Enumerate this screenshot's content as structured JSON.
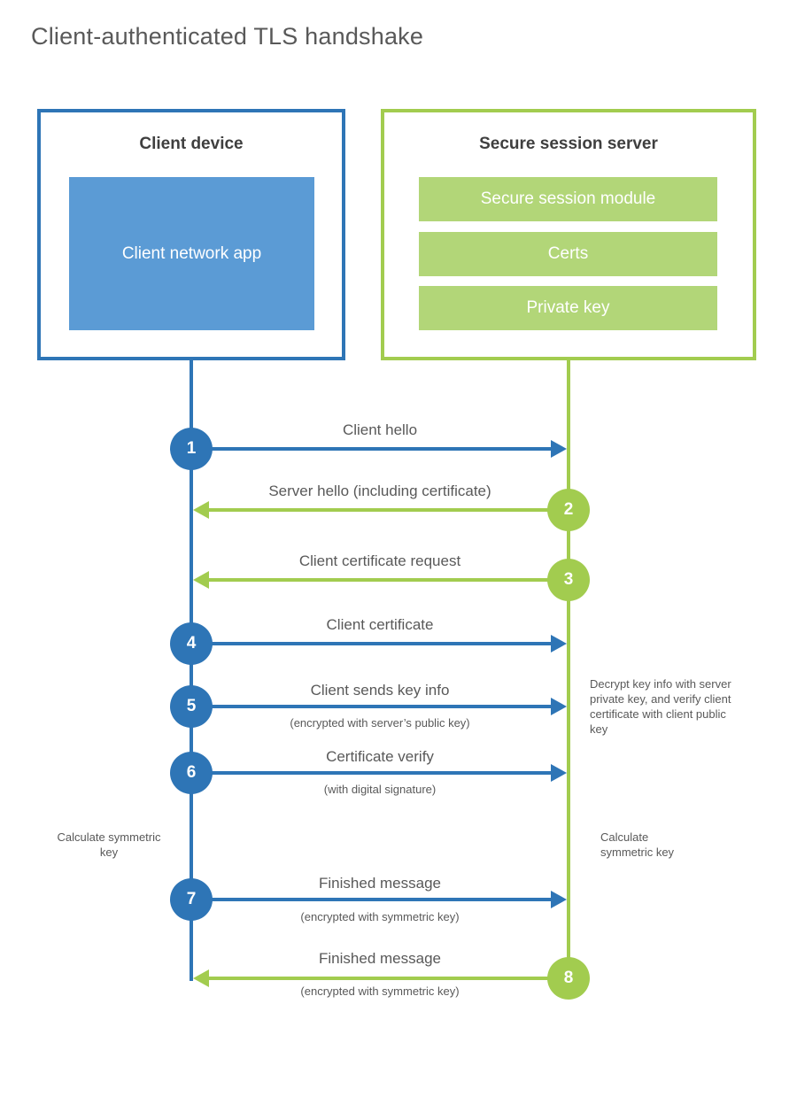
{
  "title": "Client-authenticated TLS handshake",
  "colors": {
    "blue_accent": "#2e75b6",
    "blue_fill": "#5b9bd5",
    "green_accent": "#a2cc4f",
    "green_fill": "#b2d678",
    "text_gray": "#595959",
    "heading_dark": "#3f3f3f"
  },
  "client_box": {
    "title": "Client device",
    "module": "Client network app"
  },
  "server_box": {
    "title": "Secure session server",
    "modules": [
      "Secure session module",
      "Certs",
      "Private key"
    ]
  },
  "steps": [
    {
      "number": "1",
      "label": "Client hello",
      "direction": "client-to-server"
    },
    {
      "number": "2",
      "label": "Server hello (including certificate)",
      "direction": "server-to-client"
    },
    {
      "number": "3",
      "label": "Client certificate request",
      "direction": "server-to-client"
    },
    {
      "number": "4",
      "label": "Client certificate",
      "direction": "client-to-server"
    },
    {
      "number": "5",
      "label": "Client sends key info",
      "sublabel": "(encrypted with server’s public key)",
      "direction": "client-to-server"
    },
    {
      "number": "6",
      "label": "Certificate verify",
      "sublabel": "(with digital signature)",
      "direction": "client-to-server"
    },
    {
      "number": "7",
      "label": "Finished message",
      "sublabel": "(encrypted with symmetric key)",
      "direction": "client-to-server"
    },
    {
      "number": "8",
      "label": "Finished message",
      "sublabel": "(encrypted with symmetric key)",
      "direction": "server-to-client"
    }
  ],
  "annotations": {
    "server_note": "Decrypt key info with server private key, and verify client certificate with client public key",
    "client_calc": "Calculate symmetric key",
    "server_calc": "Calculate symmetric key"
  }
}
